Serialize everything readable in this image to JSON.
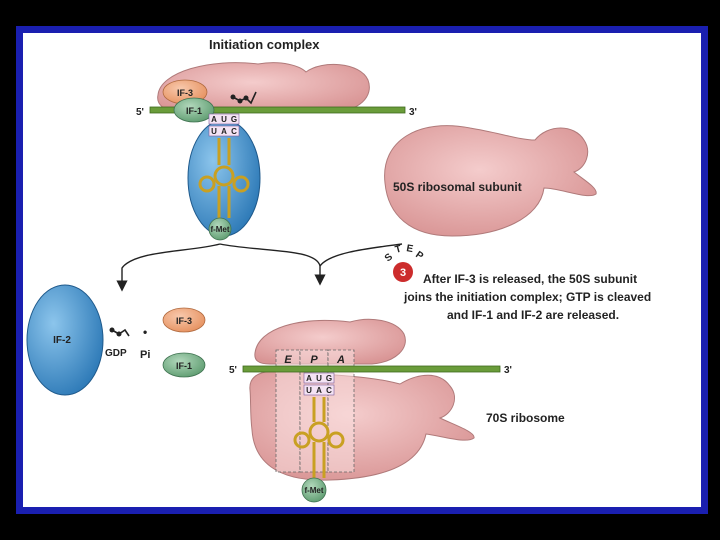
{
  "title": "Initiation complex",
  "mrna": {
    "five_prime": "5'",
    "three_prime": "3'"
  },
  "factors": {
    "if3": "IF-3",
    "if1": "IF-1",
    "if2": "IF-2"
  },
  "codon": [
    "A",
    "U",
    "G"
  ],
  "anticodon": [
    "U",
    "A",
    "C"
  ],
  "fmet": "f-Met",
  "subunit_50s": "50S ribosomal subunit",
  "step": {
    "word": "STEP",
    "number": "3",
    "lines": [
      "After IF-3 is released, the 50S subunit",
      "joins the initiation complex; GTP is cleaved",
      "and IF-1 and IF-2 are released."
    ]
  },
  "released": {
    "gdp": "GDP",
    "pi": "Pi",
    "dot": "•"
  },
  "sites": [
    "E",
    "P",
    "A"
  ],
  "ribosome_70s": "70S ribosome",
  "colors": {
    "border": "#1a1fb0",
    "ribosome": "#eab2b2",
    "mrna": "#6a9c3a",
    "if2": "#4f98cf",
    "if3": "#f2ab85",
    "if1": "#7fb58e",
    "trna": "#e8c44a",
    "step_badge": "#cc2c2c"
  }
}
